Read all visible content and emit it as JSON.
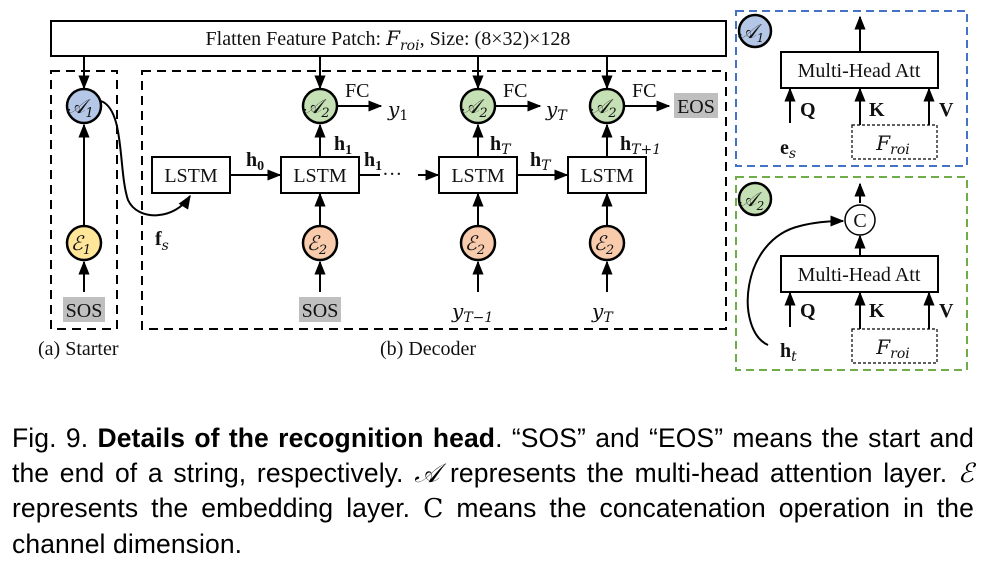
{
  "figure": {
    "top_box": {
      "prefix": "Flatten Feature Patch: ",
      "symbol": "F",
      "symbol_sub": "roi",
      "suffix": ", Size: (8×32)×128"
    },
    "starter": {
      "caption": "(a) Starter",
      "attention_node": {
        "symbol": "𝒜",
        "sub": "1",
        "color": "#b4c7e7"
      },
      "embedding_node": {
        "symbol": "ℰ",
        "sub": "1",
        "color": "#ffe699"
      },
      "input_token": "SOS",
      "output_label": "f",
      "output_sub": "s"
    },
    "decoder": {
      "caption": "(b) Decoder",
      "lstm_label": "LSTM",
      "fc_label": "FC",
      "attention_node": {
        "symbol": "𝒜",
        "sub": "2",
        "color": "#c5e0b4"
      },
      "embedding_node": {
        "symbol": "ℰ",
        "sub": "2",
        "color": "#f8cbad"
      },
      "hidden_labels": {
        "h0": {
          "base": "h",
          "sub": "0"
        },
        "h1_up": {
          "base": "h",
          "sub": "1"
        },
        "h1_right": {
          "base": "h",
          "sub": "1",
          "ellipsis": "…"
        },
        "hT_up": {
          "base": "h",
          "sub": "T"
        },
        "hT_right": {
          "base": "h",
          "sub": "T"
        },
        "hT1_up": {
          "base": "h",
          "sub": "T+1"
        }
      },
      "outputs": [
        {
          "base": "y",
          "sub": "1"
        },
        {
          "base": "y",
          "sub": "T"
        },
        {
          "text": "EOS"
        }
      ],
      "inputs": [
        {
          "text": "SOS"
        },
        {
          "base": "y",
          "sub": "T−1"
        },
        {
          "base": "y",
          "sub": "T"
        }
      ],
      "token_bg_color": "#bfbfbf"
    },
    "detail_a1": {
      "node": {
        "symbol": "𝒜",
        "sub": "1",
        "color": "#b4c7e7"
      },
      "border_color": "#4472c4",
      "block_label": "Multi-Head Att",
      "q_label": "Q",
      "k_label": "K",
      "v_label": "V",
      "query_input": {
        "base": "e",
        "sub": "s"
      },
      "kv_input": {
        "base": "F",
        "sub": "roi"
      }
    },
    "detail_a2": {
      "node": {
        "symbol": "𝒜",
        "sub": "2",
        "color": "#c5e0b4"
      },
      "border_color": "#70ad47",
      "block_label": "Multi-Head Att",
      "concat_label": "C",
      "q_label": "Q",
      "k_label": "K",
      "v_label": "V",
      "query_input": {
        "base": "h",
        "sub": "t"
      },
      "kv_input": {
        "base": "F",
        "sub": "roi"
      }
    }
  },
  "caption": {
    "fig_no": "Fig. 9. ",
    "title": "Details of the recognition head",
    "part1": ". “SOS” and “EOS” means the start and the end of a string, respectively. ",
    "sym_a": "𝒜",
    "part2": " represents the multi-head attention layer. ",
    "sym_e": "ℰ",
    "part3": " represents the embedding layer. ",
    "sym_c": "C",
    "part4": " means the concatenation operation in the channel dimension."
  }
}
